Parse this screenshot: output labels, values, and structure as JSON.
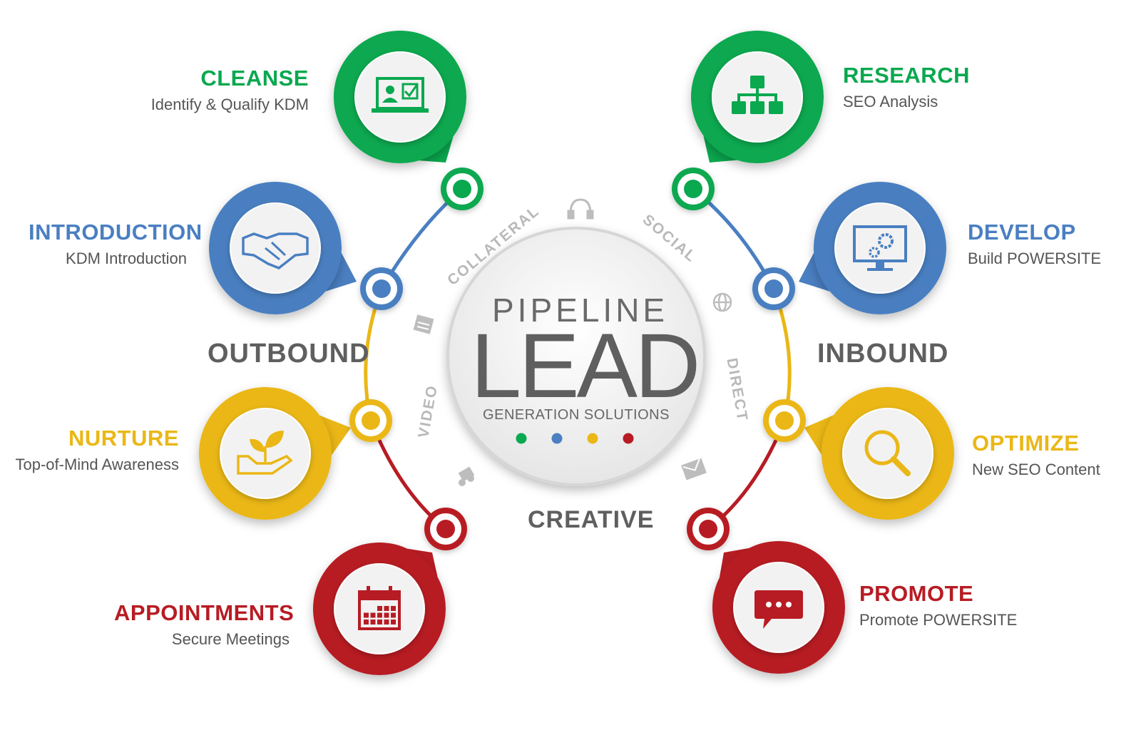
{
  "center": {
    "line1": "PIPELINE",
    "line2": "LEAD",
    "line3": "GENERATION SOLUTIONS"
  },
  "categories": {
    "outbound": "OUTBOUND",
    "inbound": "INBOUND",
    "creative": "CREATIVE"
  },
  "arc_words": {
    "collateral": "COLLATERAL",
    "social": "SOCIAL",
    "video": "VIDEO",
    "direct": "DIRECT"
  },
  "steps": [
    {
      "title": "CLEANSE",
      "subtitle": "Identify & Qualify KDM",
      "color": "#0aa84f",
      "icon": "computer-user-check-icon"
    },
    {
      "title": "INTRODUCTION",
      "subtitle": "KDM Introduction",
      "color": "#4a7fc1",
      "icon": "handshake-icon"
    },
    {
      "title": "NURTURE",
      "subtitle": "Top-of-Mind Awareness",
      "color": "#eab716",
      "icon": "hand-plant-icon"
    },
    {
      "title": "APPOINTMENTS",
      "subtitle": "Secure Meetings",
      "color": "#b71c24",
      "icon": "calendar-icon"
    },
    {
      "title": "RESEARCH",
      "subtitle": "SEO Analysis",
      "color": "#0aa84f",
      "icon": "sitemap-icon"
    },
    {
      "title": "DEVELOP",
      "subtitle": "Build POWERSITE",
      "color": "#4a7fc1",
      "icon": "monitor-gears-icon"
    },
    {
      "title": "OPTIMIZE",
      "subtitle": "New SEO Content",
      "color": "#eab716",
      "icon": "magnifier-icon"
    },
    {
      "title": "PROMOTE",
      "subtitle": "Promote POWERSITE",
      "color": "#b71c24",
      "icon": "chat-bubble-icon"
    }
  ],
  "dot_colors": [
    "#0aa84f",
    "#4a7fc1",
    "#eab716",
    "#b71c24"
  ]
}
